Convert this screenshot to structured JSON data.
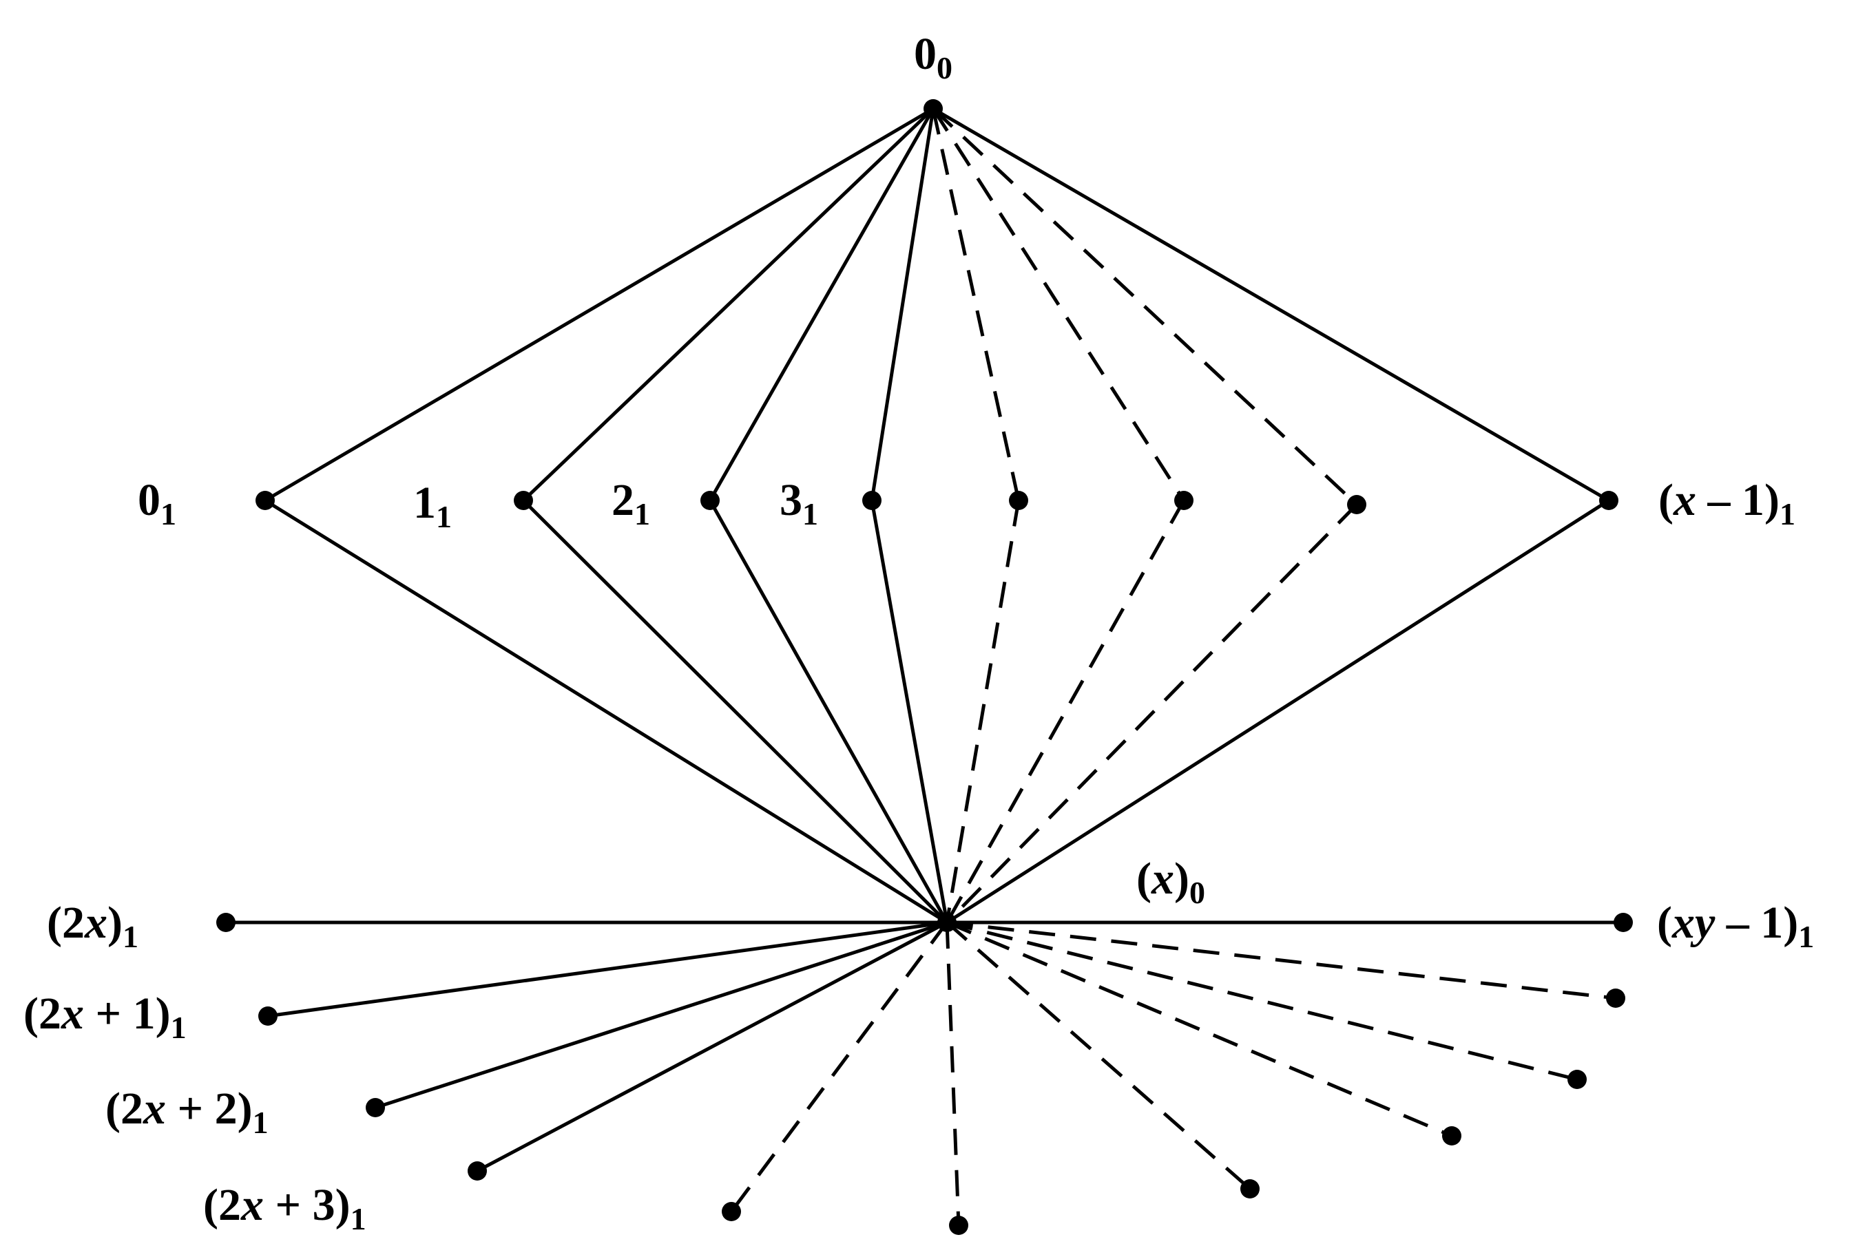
{
  "diagram": {
    "stroke_color": "#000000",
    "background": "#ffffff",
    "nodes": [
      {
        "id": "n00",
        "name": "node-0-0",
        "label": [
          {
            "t": "0"
          },
          {
            "t": "0",
            "sub": true
          }
        ]
      },
      {
        "id": "n01",
        "name": "node-0-1",
        "label": [
          {
            "t": "0"
          },
          {
            "t": "1",
            "sub": true
          }
        ]
      },
      {
        "id": "n11",
        "name": "node-1-1",
        "label": [
          {
            "t": "1"
          },
          {
            "t": "1",
            "sub": true
          }
        ]
      },
      {
        "id": "n21",
        "name": "node-2-1",
        "label": [
          {
            "t": "2"
          },
          {
            "t": "1",
            "sub": true
          }
        ]
      },
      {
        "id": "n31",
        "name": "node-3-1",
        "label": [
          {
            "t": "3"
          },
          {
            "t": "1",
            "sub": true
          }
        ]
      },
      {
        "id": "m1",
        "name": "node-unlabeled-1",
        "label": null
      },
      {
        "id": "m2",
        "name": "node-unlabeled-2",
        "label": null
      },
      {
        "id": "m3",
        "name": "node-unlabeled-3",
        "label": null
      },
      {
        "id": "nx1",
        "name": "node-x-minus-1-1",
        "label": [
          {
            "t": "("
          },
          {
            "t": "x",
            "it": true
          },
          {
            "t": " – 1)"
          },
          {
            "t": "1",
            "sub": true
          }
        ]
      },
      {
        "id": "nx0",
        "name": "node-x-0",
        "label": [
          {
            "t": "("
          },
          {
            "t": "x",
            "it": true
          },
          {
            "t": ")"
          },
          {
            "t": "0",
            "sub": true
          }
        ]
      },
      {
        "id": "n2x",
        "name": "node-2x-1",
        "label": [
          {
            "t": "(2"
          },
          {
            "t": "x",
            "it": true
          },
          {
            "t": ")"
          },
          {
            "t": "1",
            "sub": true
          }
        ]
      },
      {
        "id": "n2x1",
        "name": "node-2x-plus-1-1",
        "label": [
          {
            "t": "(2"
          },
          {
            "t": "x",
            "it": true
          },
          {
            "t": " + 1)"
          },
          {
            "t": "1",
            "sub": true
          }
        ]
      },
      {
        "id": "n2x2",
        "name": "node-2x-plus-2-1",
        "label": [
          {
            "t": "(2"
          },
          {
            "t": "x",
            "it": true
          },
          {
            "t": " + 2)"
          },
          {
            "t": "1",
            "sub": true
          }
        ]
      },
      {
        "id": "n2x3",
        "name": "node-2x-plus-3-1",
        "label": [
          {
            "t": "(2"
          },
          {
            "t": "x",
            "it": true
          },
          {
            "t": " + 3)"
          },
          {
            "t": "1",
            "sub": true
          }
        ]
      },
      {
        "id": "b1",
        "name": "node-unlabeled-bottom-1",
        "label": null
      },
      {
        "id": "b2",
        "name": "node-unlabeled-bottom-2",
        "label": null
      },
      {
        "id": "b3",
        "name": "node-unlabeled-bottom-3",
        "label": null
      },
      {
        "id": "b4",
        "name": "node-unlabeled-bottom-4",
        "label": null
      },
      {
        "id": "b5",
        "name": "node-unlabeled-bottom-5",
        "label": null
      },
      {
        "id": "b6",
        "name": "node-unlabeled-bottom-6",
        "label": null
      },
      {
        "id": "nxy",
        "name": "node-xy-minus-1-1",
        "label": [
          {
            "t": "("
          },
          {
            "t": "xy",
            "it": true
          },
          {
            "t": " – 1)"
          },
          {
            "t": "1",
            "sub": true
          }
        ]
      }
    ],
    "edges": [
      {
        "from": "n00",
        "to": "n01",
        "style": "solid"
      },
      {
        "from": "n00",
        "to": "n11",
        "style": "solid"
      },
      {
        "from": "n00",
        "to": "n21",
        "style": "solid"
      },
      {
        "from": "n00",
        "to": "n31",
        "style": "solid"
      },
      {
        "from": "n00",
        "to": "m1",
        "style": "dashed"
      },
      {
        "from": "n00",
        "to": "m2",
        "style": "dashed"
      },
      {
        "from": "n00",
        "to": "m3",
        "style": "dashed"
      },
      {
        "from": "n00",
        "to": "nx1",
        "style": "solid"
      },
      {
        "from": "n01",
        "to": "nx0",
        "style": "solid"
      },
      {
        "from": "n11",
        "to": "nx0",
        "style": "solid"
      },
      {
        "from": "n21",
        "to": "nx0",
        "style": "solid"
      },
      {
        "from": "n31",
        "to": "nx0",
        "style": "solid"
      },
      {
        "from": "m1",
        "to": "nx0",
        "style": "dashed"
      },
      {
        "from": "m2",
        "to": "nx0",
        "style": "dashed"
      },
      {
        "from": "m3",
        "to": "nx0",
        "style": "dashed"
      },
      {
        "from": "nx1",
        "to": "nx0",
        "style": "solid"
      },
      {
        "from": "nx0",
        "to": "n2x",
        "style": "solid"
      },
      {
        "from": "nx0",
        "to": "n2x1",
        "style": "solid"
      },
      {
        "from": "nx0",
        "to": "n2x2",
        "style": "solid"
      },
      {
        "from": "nx0",
        "to": "n2x3",
        "style": "solid"
      },
      {
        "from": "nx0",
        "to": "b1",
        "style": "dashed"
      },
      {
        "from": "nx0",
        "to": "b2",
        "style": "dashed"
      },
      {
        "from": "nx0",
        "to": "b3",
        "style": "dashed"
      },
      {
        "from": "nx0",
        "to": "b4",
        "style": "dashed"
      },
      {
        "from": "nx0",
        "to": "b5",
        "style": "dashed"
      },
      {
        "from": "nx0",
        "to": "b6",
        "style": "dashed"
      },
      {
        "from": "nx0",
        "to": "nxy",
        "style": "solid"
      }
    ]
  }
}
